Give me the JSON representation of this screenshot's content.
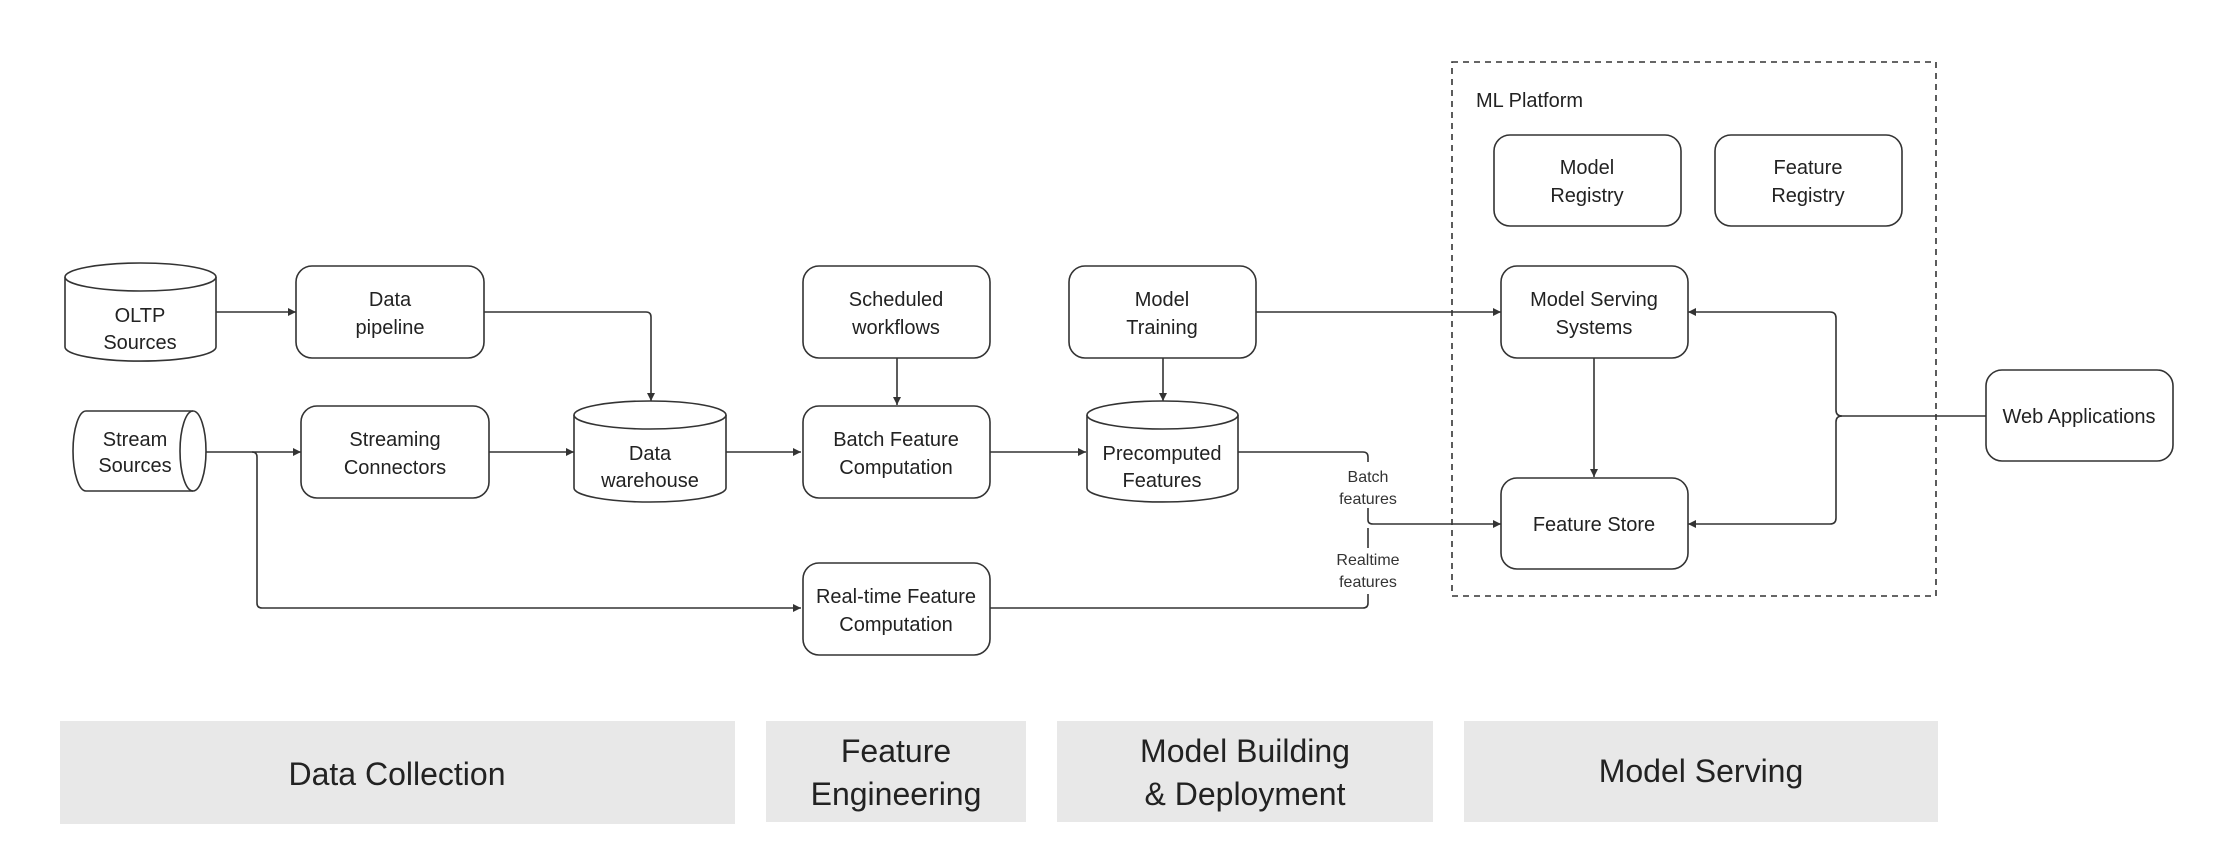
{
  "nodes": {
    "oltp": [
      "OLTP",
      "Sources"
    ],
    "data_pipeline": [
      "Data",
      "pipeline"
    ],
    "stream": [
      "Stream",
      "Sources"
    ],
    "streaming_connectors": [
      "Streaming",
      "Connectors"
    ],
    "data_warehouse": [
      "Data",
      "warehouse"
    ],
    "scheduled_workflows": [
      "Scheduled",
      "workflows"
    ],
    "batch_feature": [
      "Batch Feature",
      "Computation"
    ],
    "realtime_feature": [
      "Real-time Feature",
      "Computation"
    ],
    "model_training": [
      "Model",
      "Training"
    ],
    "precomputed": [
      "Precomputed",
      "Features"
    ],
    "model_registry": [
      "Model",
      "Registry"
    ],
    "feature_registry": [
      "Feature",
      "Registry"
    ],
    "model_serving": [
      "Model Serving",
      "Systems"
    ],
    "feature_store": [
      "Feature Store"
    ],
    "web_apps": [
      "Web Applications"
    ]
  },
  "container": {
    "label": "ML Platform"
  },
  "edge_labels": {
    "batch": [
      "Batch",
      "features"
    ],
    "realtime": [
      "Realtime",
      "features"
    ]
  },
  "stages": [
    [
      "Data Collection"
    ],
    [
      "Feature",
      "Engineering"
    ],
    [
      "Model Building",
      "& Deployment"
    ],
    [
      "Model Serving"
    ]
  ]
}
